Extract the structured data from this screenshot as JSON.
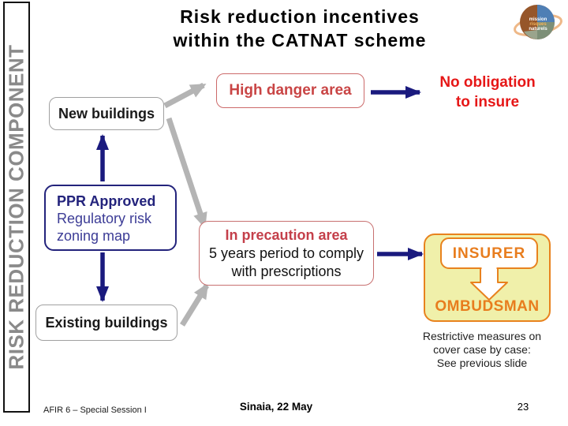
{
  "slide": {
    "sidebar_label": "RISK REDUCTION COMPONENT",
    "title_line1": "Risk reduction incentives",
    "title_line2": "within the CATNAT scheme",
    "logo": {
      "name": "mission-risques-naturels-logo",
      "text_line1": "mission",
      "text_line2": "risques",
      "text_line3": "naturels"
    }
  },
  "diagram": {
    "new_buildings": "New buildings",
    "high_danger_area": "High danger area",
    "no_obligation": {
      "line1": "No obligation",
      "line2": "to insure"
    },
    "ppr": {
      "line1": "PPR Approved",
      "line2": "Regulatory risk",
      "line3": "zoning map"
    },
    "existing_buildings": "Existing buildings",
    "precaution": {
      "line1": "In precaution area",
      "line2": "5 years period to comply",
      "line3": "with prescriptions"
    },
    "insurer": "INSURER",
    "ombudsman": "OMBUDSMAN",
    "restrictive": {
      "line1": "Restrictive measures on",
      "line2": "cover case by case:",
      "line3": "See previous slide"
    }
  },
  "footer": {
    "left": "AFIR 6 – Special Session I",
    "center": "Sinaia, 22 May",
    "page": "23"
  },
  "colors": {
    "navy_arrow": "#1a1a7e",
    "gray_arrow": "#b4b4b4",
    "red_text": "#e61717",
    "crimson_text": "#c94545",
    "navy_text": "#23237c",
    "orange": "#e87d1e",
    "yellow_fill": "#f0f0aa",
    "sidebar_text": "#8a8a8a"
  }
}
